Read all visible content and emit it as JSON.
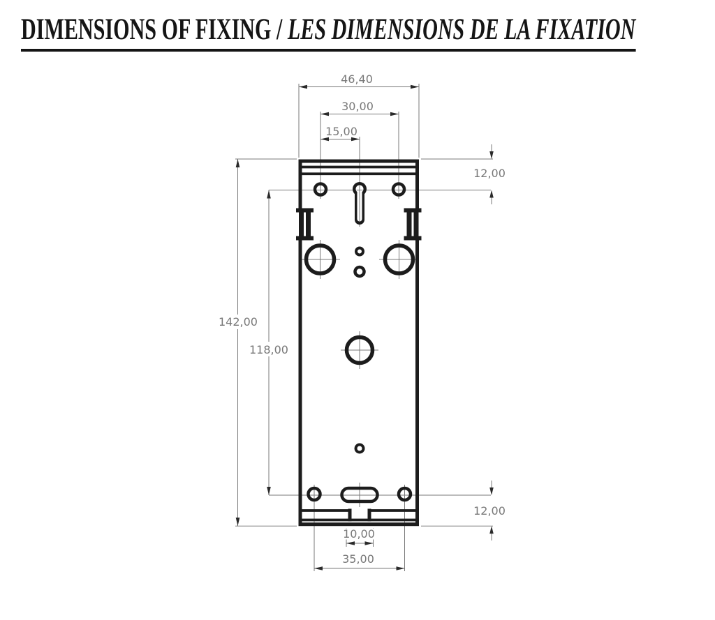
{
  "title": {
    "english": "DIMENSIONS OF FIXING",
    "separator": " / ",
    "french": "LES DIMENSIONS DE LA FIXATION"
  },
  "dimensions": {
    "overall_width": "46,40",
    "top_hole_spacing": "30,00",
    "keyhole_offset": "15,00",
    "top_edge_to_hole_axis": "12,00",
    "overall_height": "142,00",
    "hole_axis_spacing": "118,00",
    "bottom_hole_axis_to_edge": "12,00",
    "bottom_notch_width": "10,00",
    "bottom_hole_spacing": "35,00"
  },
  "colors": {
    "outline": "#1c1c1c",
    "dimension_line": "#787878",
    "background": "#ffffff"
  }
}
